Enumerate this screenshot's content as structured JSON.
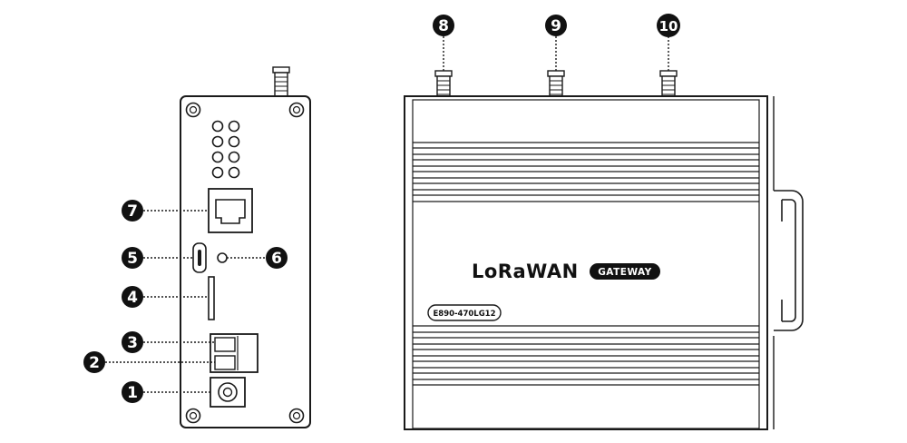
{
  "device": {
    "brand": "LoRaWAN",
    "badge": "GATEWAY",
    "model": "E890-470LG12"
  },
  "callouts": {
    "c1": "1",
    "c2": "2",
    "c3": "3",
    "c4": "4",
    "c5": "5",
    "c6": "6",
    "c7": "7",
    "c8": "8",
    "c9": "9",
    "c10": "10"
  },
  "colors": {
    "line": "#1a1a1a",
    "callout_fill": "#111111",
    "background": "#ffffff"
  },
  "icons": [
    "sma-antenna-connector-icon",
    "rj45-port-icon",
    "micro-usb-port-icon",
    "led-indicator-icon",
    "sim-slot-icon",
    "terminal-block-icon",
    "dc-jack-icon",
    "screw-icon",
    "din-rail-clip-icon"
  ]
}
